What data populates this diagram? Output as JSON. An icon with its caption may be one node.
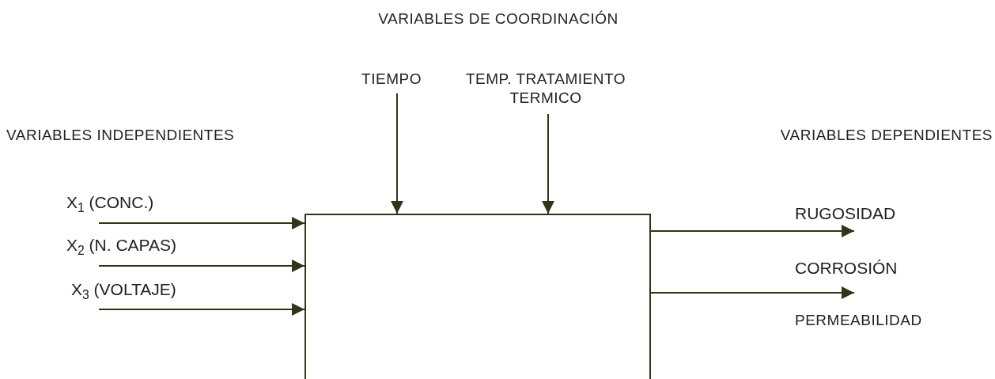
{
  "diagram": {
    "title": "VARIABLES DE COORDINACIÓN",
    "nodes": [
      {
        "text": [
          "TIEMPO"
        ]
      },
      {
        "text": [
          "TEMP. TRATAMIENTO TERMICO"
        ]
      },
      {
        "text": [],
        "shape": "box"
      }
    ],
    "edges": [
      {
        "from": null,
        "to": 2,
        "arrow": "to",
        "label": "X$_{1}$  (CONC.)"
      },
      {
        "from": null,
        "to": 2,
        "arrow": "to",
        "label": "X$_{2}$ (N. CAPAS)"
      },
      {
        "from": null,
        "to": 2,
        "arrow": "to",
        "label": "X$_{3}$ (VOLTAJE)"
      },
      {
        "from": 0,
        "to": 2,
        "arrow": "to"
      },
      {
        "from": 1,
        "to": 2,
        "arrow": "to"
      },
      {
        "from": 2,
        "to": null,
        "arrow": "to",
        "label": "RUGOSIDAD"
      },
      {
        "from": 2,
        "to": null,
        "arrow": "to",
        "label": "CORROSIÓN"
      }
    ],
    "labels": [
      "VARIABLES INDEPENDIENTES",
      "VARIABLES DEPENDIENTES",
      "PERMEABILIDAD"
    ]
  }
}
